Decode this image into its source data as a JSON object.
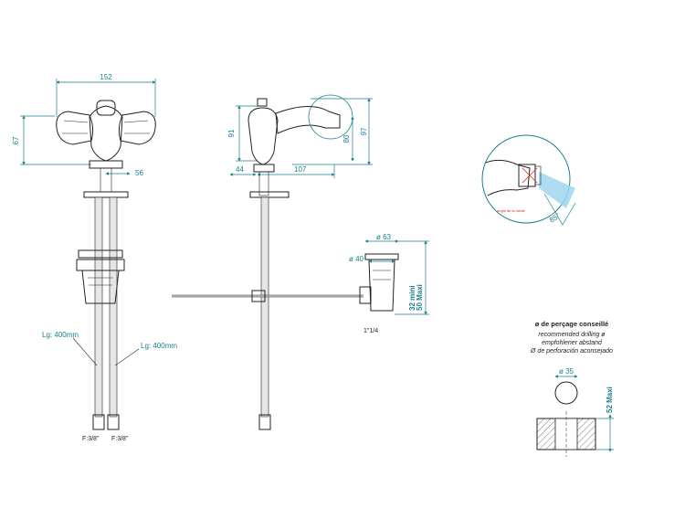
{
  "dimensions": {
    "front_width": "152",
    "front_height": "67",
    "front_offset": "56",
    "side_height_total": "97",
    "side_height_body": "91",
    "side_spout_height": "80",
    "side_base": "44",
    "side_reach": "107",
    "waste_top_dia": "ø 63",
    "waste_mid_dia": "ø 40",
    "waste_min": "32 mini",
    "waste_max": "50 Maxi",
    "waste_thread": "1\"1/4",
    "spray_angle": "85°",
    "drill_dia": "ø 35",
    "drill_max": "52 Maxi"
  },
  "hoses": {
    "left_length": "Lg: 400mm",
    "right_length": "Lg: 400mm",
    "left_fitting": "F:3/8\"",
    "right_fitting": "F:3/8\""
  },
  "detail": {
    "angle_note": "angle de la rotule"
  },
  "drilling": {
    "title": "ø de perçage conseillé",
    "line_en": "recommended drilling ø",
    "line_de": "empfohlener abstand",
    "line_es": "Ø de perforación aconsejado"
  },
  "colors": {
    "dimension": "#1a7f8e",
    "outline": "#222222",
    "accent": "#d22222"
  }
}
